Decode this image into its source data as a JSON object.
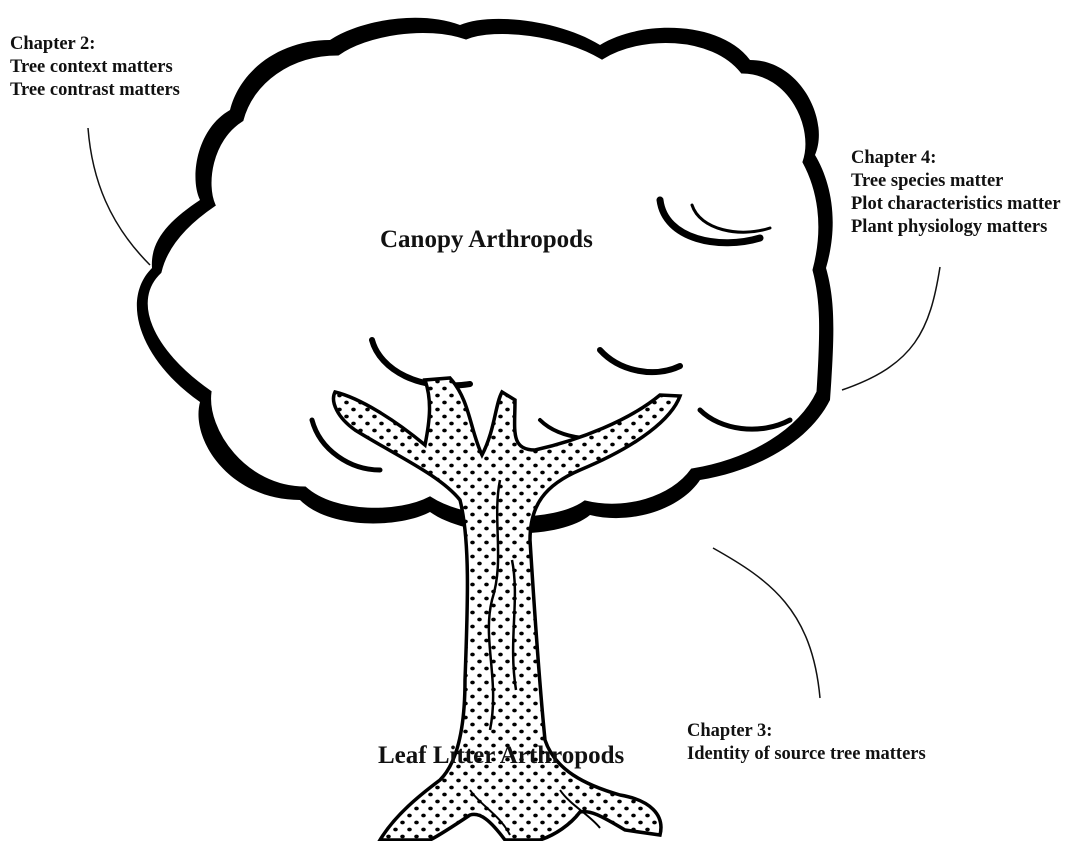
{
  "diagram": {
    "canopy_label": "Canopy Arthropods",
    "litter_label": "Leaf Litter Arthropods",
    "chapter2": {
      "title": "Chapter 2:",
      "lines": [
        "Tree context matters",
        "Tree contrast matters"
      ]
    },
    "chapter4": {
      "title": "Chapter 4:",
      "lines": [
        "Tree species matter",
        "Plot characteristics matter",
        "Plant physiology matters"
      ]
    },
    "chapter3": {
      "title": "Chapter 3:",
      "lines": [
        "Identity of source tree matters"
      ]
    },
    "colors": {
      "ink": "#000000",
      "paper": "#ffffff"
    }
  }
}
